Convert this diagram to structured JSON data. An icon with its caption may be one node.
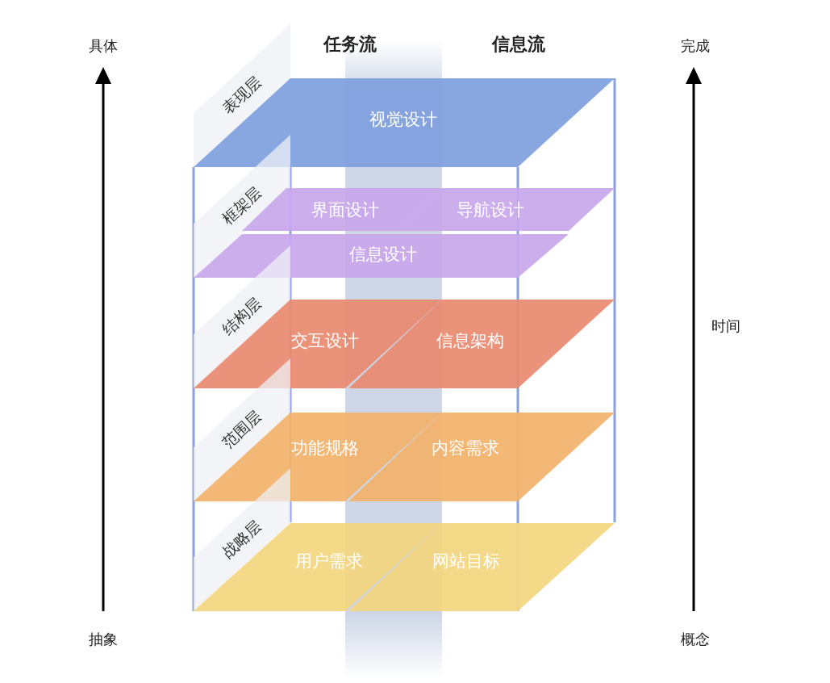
{
  "diagram": {
    "nodes": [
      {
        "text": [
          "表现层"
        ]
      },
      {
        "text": [
          "视觉设计"
        ]
      },
      {
        "text": [
          "框架层"
        ]
      },
      {
        "text": [
          "界面设计"
        ]
      },
      {
        "text": [
          "导航设计"
        ]
      },
      {
        "text": [
          "信息设计"
        ]
      },
      {
        "text": [
          "结构层"
        ]
      },
      {
        "text": [
          "交互设计"
        ]
      },
      {
        "text": [
          "信息架构"
        ]
      },
      {
        "text": [
          "范围层"
        ]
      },
      {
        "text": [
          "功能规格"
        ]
      },
      {
        "text": [
          "内容需求"
        ]
      },
      {
        "text": [
          "战略层"
        ]
      },
      {
        "text": [
          "用户需求"
        ]
      },
      {
        "text": [
          "网站目标"
        ]
      }
    ],
    "edges": [],
    "labels": [
      "具体",
      "任务流",
      "信息流",
      "完成",
      "时间",
      "抽象",
      "概念"
    ]
  }
}
